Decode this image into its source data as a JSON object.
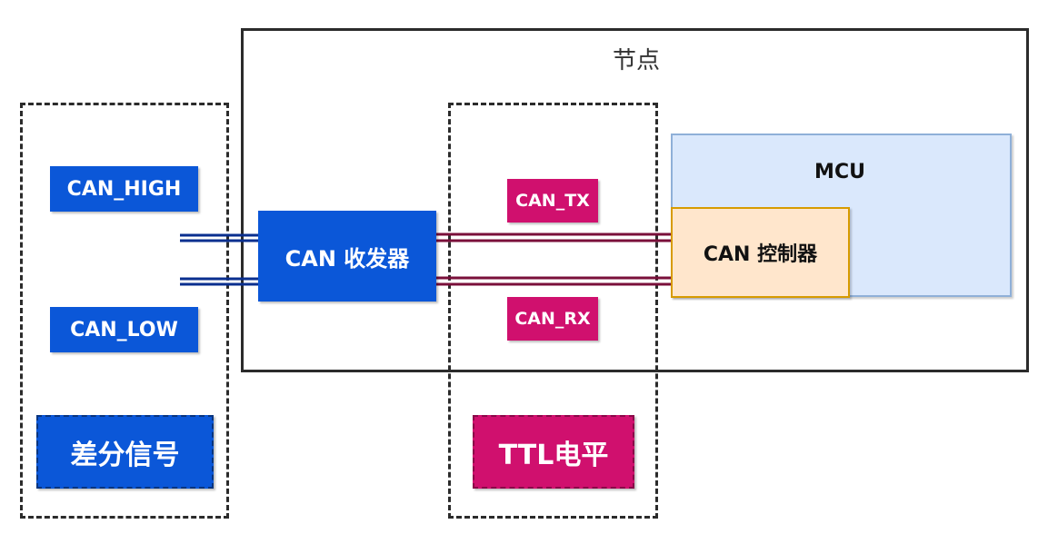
{
  "node": {
    "title": "节点"
  },
  "diff_group": {
    "can_high": "CAN_HIGH",
    "can_low": "CAN_LOW",
    "title": "差分信号"
  },
  "ttl_group": {
    "can_tx": "CAN_TX",
    "can_rx": "CAN_RX",
    "title": "TTL电平"
  },
  "transceiver": {
    "label": "CAN 收发器"
  },
  "mcu": {
    "title": "MCU",
    "controller_label": "CAN 控制器"
  },
  "colors": {
    "blue": "#0b57d8",
    "pink": "#d0106e",
    "blue_wire": "#0a2f8f",
    "pink_wire": "#7a0f3a",
    "mcu_fill": "#dae8fc",
    "controller_fill": "#ffe6cc"
  }
}
